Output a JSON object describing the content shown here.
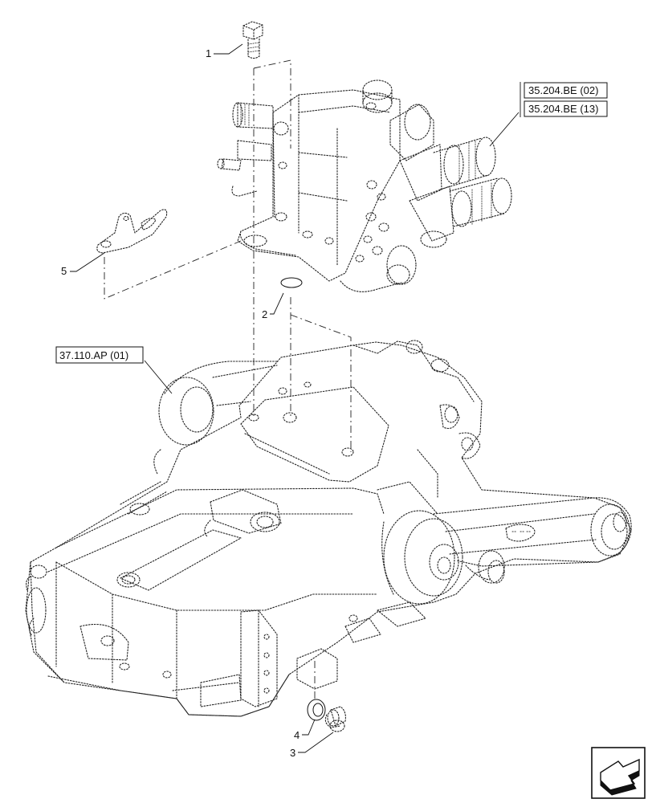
{
  "callouts": [
    {
      "id": "1",
      "label": "1"
    },
    {
      "id": "2",
      "label": "2"
    },
    {
      "id": "3",
      "label": "3"
    },
    {
      "id": "4",
      "label": "4"
    },
    {
      "id": "5",
      "label": "5"
    }
  ],
  "references": {
    "valve_ref_1": "35.204.BE (02)",
    "valve_ref_2": "35.204.BE (13)",
    "housing_ref": "37.110.AP (01)"
  },
  "icons": {
    "nav_arrow": "navigation-arrow-icon"
  }
}
